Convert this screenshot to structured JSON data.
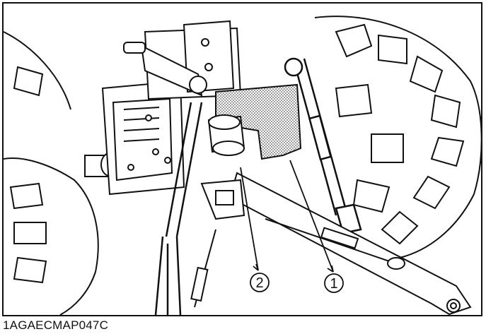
{
  "figure": {
    "code": "1AGAECMAP047C",
    "callouts": [
      {
        "label": "1"
      },
      {
        "label": "2"
      }
    ]
  },
  "colors": {
    "line": "#111111",
    "shade": "#c8c8c8",
    "background": "#ffffff"
  }
}
